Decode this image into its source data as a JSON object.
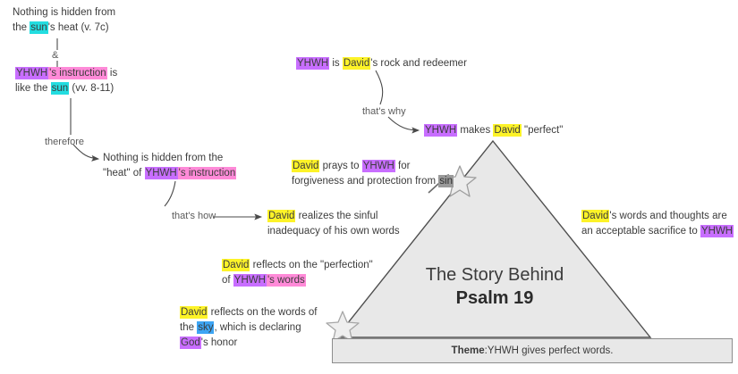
{
  "diagram": {
    "title_line1": "The Story Behind",
    "title_line2": "Psalm 19",
    "theme_label": "Theme",
    "theme_separator": ": ",
    "theme_text": "YHWH gives perfect words."
  },
  "colors": {
    "yellow": "#fdf328",
    "purple": "#c86eff",
    "pink": "#ff8ad8",
    "cyan": "#23dde0",
    "blue": "#3da5f4",
    "gray": "#9a9a9a",
    "triangle_fill": "#e8e8e8",
    "triangle_stroke": "#4f4f4f",
    "connector": "#4a4a4a",
    "text": "#3b3b3b"
  },
  "notes": {
    "sun_heat": {
      "line1_a": "Nothing is hidden from",
      "line2_a": "the ",
      "line2_hl": "sun",
      "line2_b": "'s heat (v. 7c)"
    },
    "instruction_like_sun": {
      "line1_hl_purple": "YHWH",
      "line1_hl_pink": "'s instruction",
      "line1_b": " is",
      "line2_a": "like the ",
      "line2_hl": "sun",
      "line2_b": " (vv. 8-11)"
    },
    "heat_of_instruction": {
      "line1_a": "Nothing is hidden from the",
      "line2_a": "\"heat\" of ",
      "line2_hl_purple": "YHWH",
      "line2_hl_pink": "'s instruction"
    },
    "rock_redeemer": {
      "hl_purple": "YHWH",
      "mid": " is ",
      "hl_yellow": "David",
      "tail": "'s rock and redeemer"
    },
    "makes_perfect": {
      "hl_purple": "YHWH",
      "mid": " makes ",
      "hl_yellow": "David",
      "tail": " \"perfect\""
    },
    "prays_forgiveness": {
      "line1_hl_yellow": "David",
      "line1_mid": " prays to ",
      "line1_hl_purple": "YHWH",
      "line1_tail": " for",
      "line2_a": "forgiveness and protection from ",
      "line2_hl_gray": "sin"
    },
    "sinful_inadequacy": {
      "line1_hl_yellow": "David",
      "line1_tail": " realizes the sinful",
      "line2_a": "inadequacy of his own words"
    },
    "reflects_perfection": {
      "line1_hl_yellow": "David",
      "line1_tail": " reflects on the \"perfection\"",
      "line2_a": "of ",
      "line2_hl_purple": "YHWH",
      "line2_hl_pink": "'s words"
    },
    "reflects_sky": {
      "line1_hl_yellow": "David",
      "line1_tail": " reflects on the words of",
      "line2_a": "the ",
      "line2_hl_blue": "sky",
      "line2_tail": ", which is declaring",
      "line3_hl_purple": "God",
      "line3_tail": "'s honor"
    },
    "acceptable_sacrifice": {
      "line1_hl_yellow": "David",
      "line1_tail": "'s words and thoughts are",
      "line2_a": "an acceptable sacrifice to ",
      "line2_hl_purple": "YHWH"
    }
  },
  "connectors": {
    "ampersand": "&",
    "therefore": "therefore",
    "thats_why": "that's why",
    "thats_how": "that's how"
  }
}
